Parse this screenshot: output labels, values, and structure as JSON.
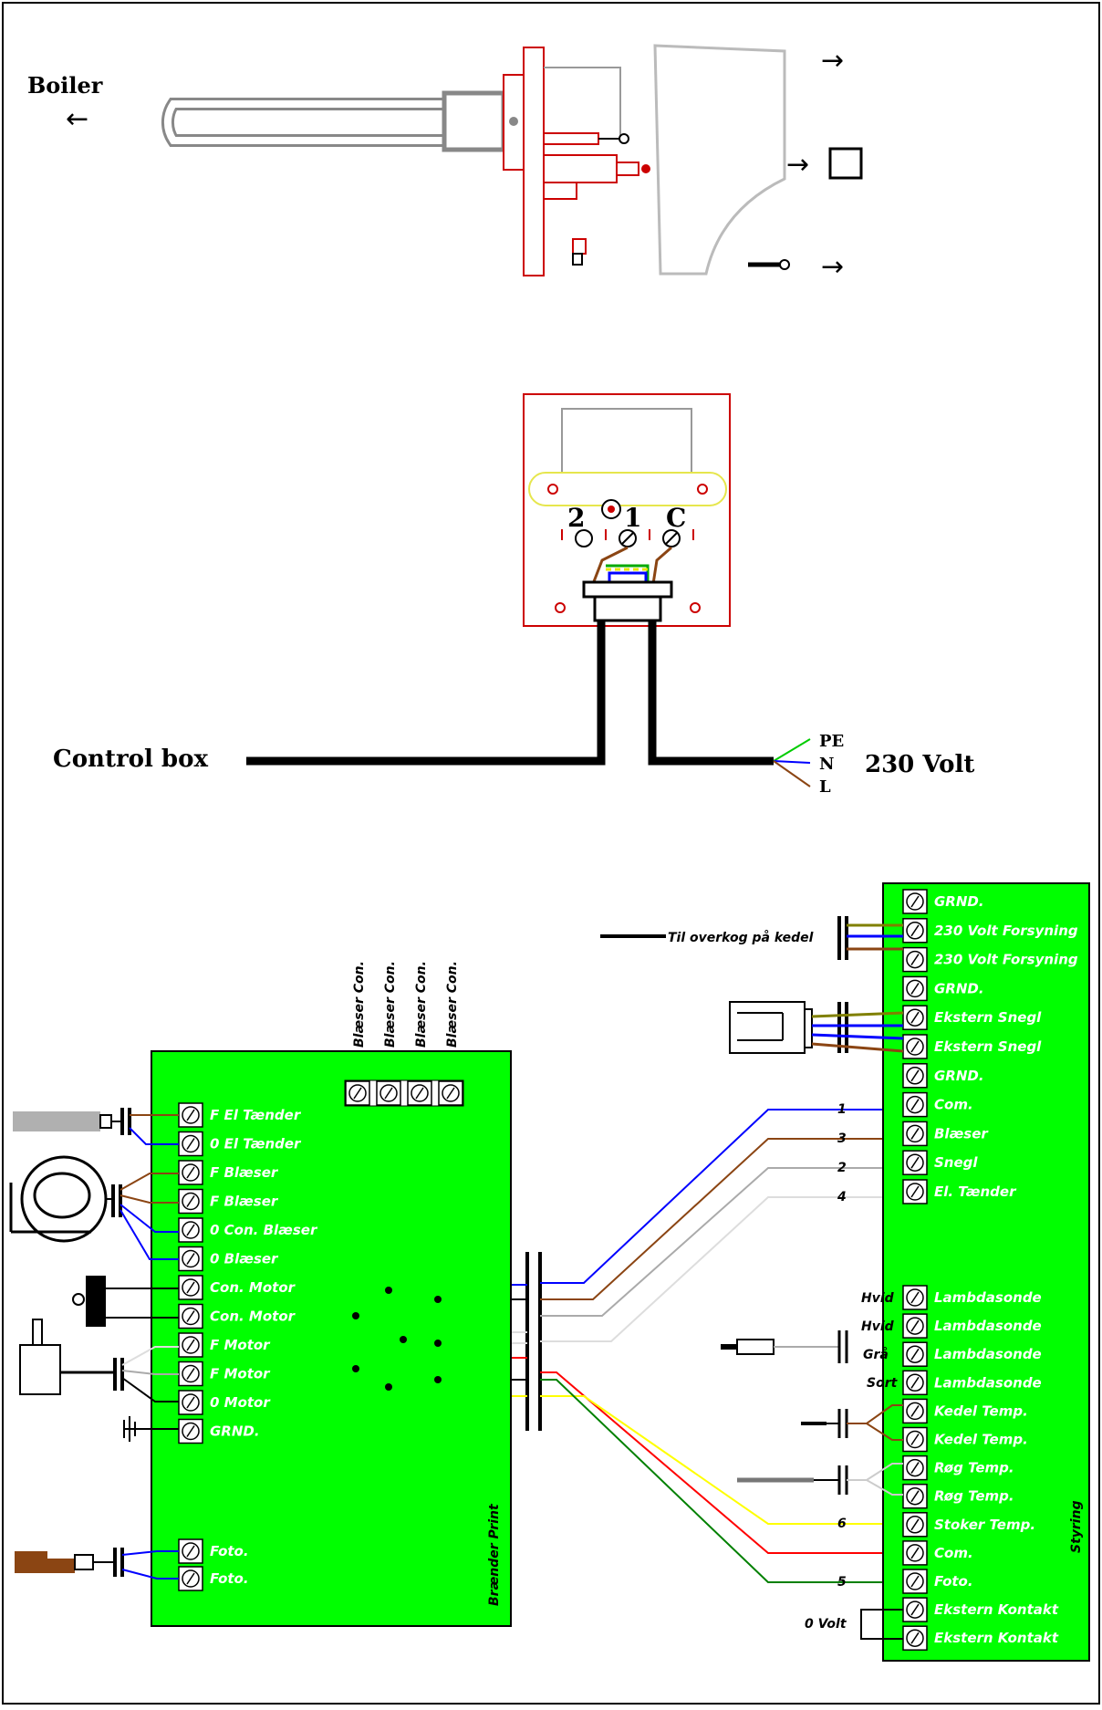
{
  "top": {
    "boiler_label": "Boiler",
    "arrow_left": "←",
    "arrow_right": "→"
  },
  "middle": {
    "terminals": [
      "2",
      "1",
      "C"
    ],
    "control_box_label": "Control box",
    "wire_labels": [
      "PE",
      "N",
      "L"
    ],
    "voltage_label": "230 Volt"
  },
  "burner_board": {
    "title": "Brænder Print",
    "connector_labels": [
      "Blæser Con.",
      "Blæser Con.",
      "Blæser Con.",
      "Blæser Con."
    ],
    "terminals": [
      "F El Tænder",
      "0 El Tænder",
      "F Blæser",
      "F Blæser",
      "0 Con. Blæser",
      "0 Blæser",
      "Con. Motor",
      "Con. Motor",
      "F Motor",
      "F Motor",
      "0 Motor",
      "GRND."
    ],
    "foto_terminals": [
      "Foto.",
      "Foto."
    ]
  },
  "control_board": {
    "title": "Styring",
    "overheat_label": "Til overkog på kedel",
    "terminals": [
      "GRND.",
      "230 Volt Forsyning",
      "230 Volt Forsyning",
      "GRND.",
      "Ekstern Snegl",
      "Ekstern Snegl",
      "GRND.",
      "Com.",
      "Blæser",
      "Snegl",
      "El. Tænder"
    ],
    "lower_terminals": [
      "Lambdasonde",
      "Lambdasonde",
      "Lambdasonde",
      "Lambdasonde",
      "Kedel Temp.",
      "Kedel Temp.",
      "Røg Temp.",
      "Røg Temp.",
      "Stoker Temp.",
      "Com.",
      "Foto.",
      "Ekstern Kontakt",
      "Ekstern Kontakt"
    ],
    "lambda_colors": [
      "Hvid",
      "Hvid",
      "Grå",
      "Sort"
    ],
    "wire_numbers": [
      "1",
      "3",
      "2",
      "4",
      "6",
      "5"
    ],
    "zero_volt_label": "0 Volt"
  },
  "colors": {
    "board_green": "#00ff00",
    "red_outline": "#cc0000",
    "grey_outline": "#bbbbbb",
    "wire_blue": "#0000ff",
    "wire_brown": "#8b4513",
    "wire_grey": "#999999",
    "wire_light": "#cccccc",
    "wire_red": "#ff0000",
    "wire_yellow": "#ffff00",
    "wire_green": "#008000"
  }
}
